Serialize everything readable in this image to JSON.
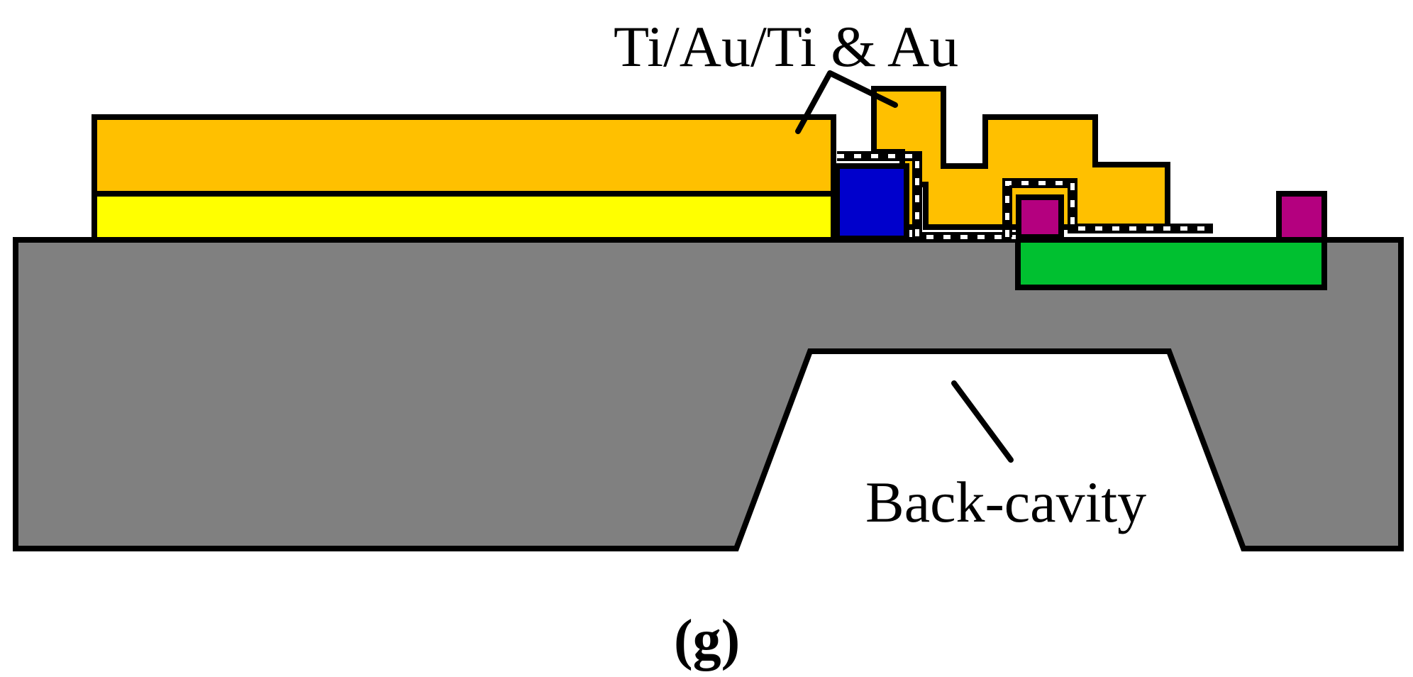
{
  "labels": {
    "metal_layers": "Ti/Au/Ti & Au",
    "back_cavity": "Back-cavity",
    "panel": "(g)"
  },
  "colors": {
    "substrate": "#808080",
    "metal": "#FFC000",
    "lower_layer": "#FFFF00",
    "blue_block": "#0000CC",
    "magenta_pad": "#B4007F",
    "green_region": "#00C030",
    "outline": "#000000",
    "background": "#FFFFFF"
  }
}
